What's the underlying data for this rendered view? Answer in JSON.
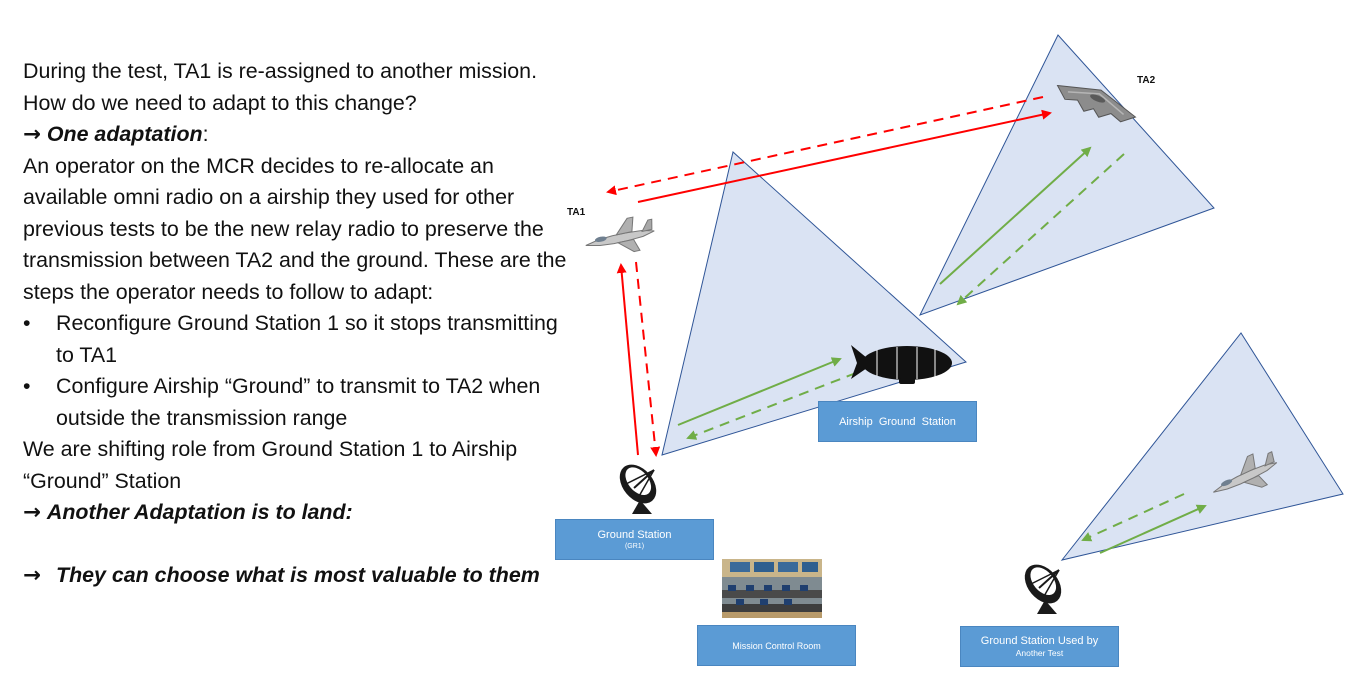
{
  "paragraph1": "During the test, TA1 is re-assigned to another mission. How do we need to adapt to this change?",
  "arrow_glyph": "→",
  "adaptation1_label": "One adaptation",
  "adaptation1_colon": ":",
  "paragraph2": "An operator on the MCR decides to re-allocate an available omni radio on a airship they used for other previous tests to be the new relay radio to preserve the transmission between TA2 and the ground. These are the steps the operator needs to follow to adapt:",
  "bullets": [
    "Reconfigure Ground Station 1 so it stops transmitting to TA1",
    "Configure Airship “Ground” to transmit to TA2 when outside the transmission range"
  ],
  "paragraph3": "We are shifting role from Ground Station 1 to Airship “Ground” Station",
  "adaptation2": "Another Adaptation is to land:",
  "adaptation3": "They can choose what is most valuable to them",
  "labels": {
    "ta1": "TA1",
    "ta2": "TA2",
    "airship_station": "Airship  Ground  Station",
    "ground_station_title": "Ground Station",
    "ground_station_sub": "(GR1)",
    "mission_control": "Mission Control Room",
    "other_station_title": "Ground Station Used by",
    "other_station_sub": "Another Test"
  },
  "colors": {
    "cone_fill": "#dae3f3",
    "cone_stroke": "#2f5597",
    "red_link": "#ff0000",
    "green_link": "#70ad47",
    "box_fill": "#5b9bd5"
  }
}
